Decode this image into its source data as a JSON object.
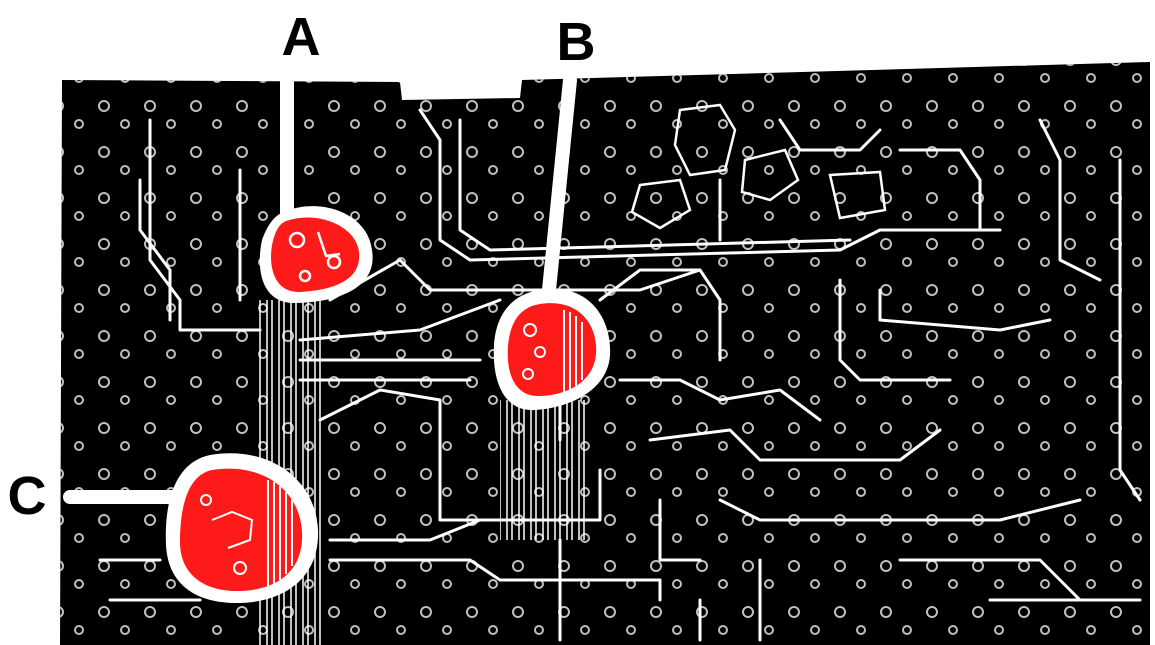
{
  "colors": {
    "background": "#ffffff",
    "board": "#000000",
    "trace": "#ffffff",
    "highlight": "#ff1a1a",
    "label": "#000000"
  },
  "callouts": {
    "a": {
      "label": "A"
    },
    "b": {
      "label": "B"
    },
    "c": {
      "label": "C"
    }
  }
}
